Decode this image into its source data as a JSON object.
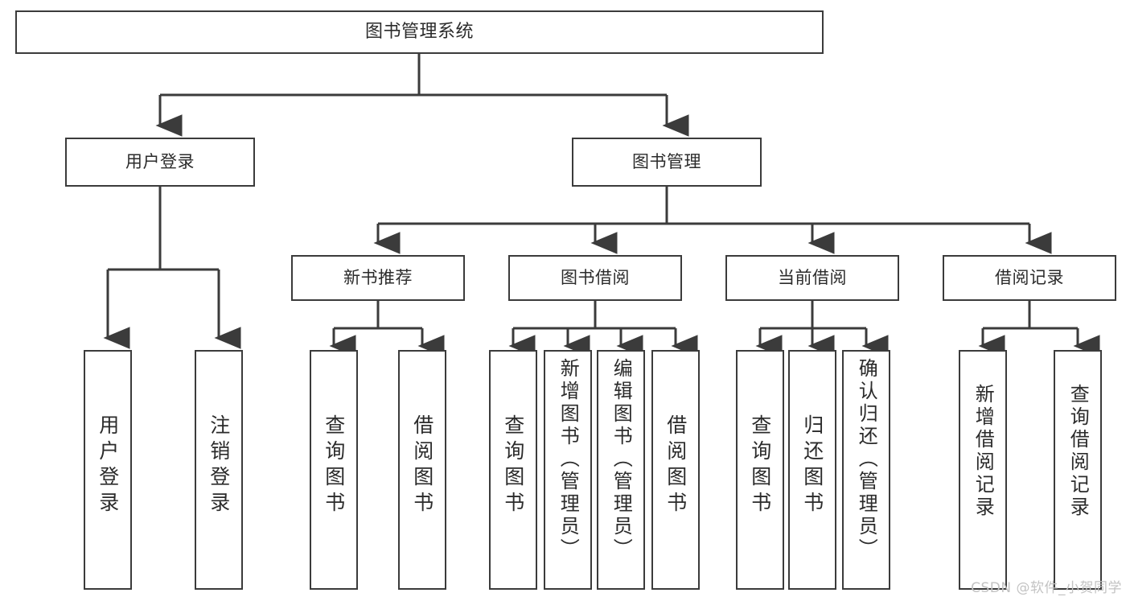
{
  "diagram": {
    "type": "tree",
    "title": "图书管理系统",
    "stroke_color": "#3b3b3b",
    "text_color": "#2b2b2b",
    "background_color": "#ffffff",
    "root": {
      "label": "图书管理系统"
    },
    "level1": [
      {
        "label": "用户登录"
      },
      {
        "label": "图书管理"
      }
    ],
    "level2": [
      {
        "label": "新书推荐"
      },
      {
        "label": "图书借阅"
      },
      {
        "label": "当前借阅"
      },
      {
        "label": "借阅记录"
      }
    ],
    "leaves": {
      "user_login": [
        {
          "label": "用户登录"
        },
        {
          "label": "注销登录"
        }
      ],
      "new_book_recommend": [
        {
          "label": "查询图书"
        },
        {
          "label": "借阅图书"
        }
      ],
      "book_borrow": [
        {
          "label": "查询图书"
        },
        {
          "label": "新增图书（管理员）"
        },
        {
          "label": "编辑图书（管理员）"
        },
        {
          "label": "借阅图书"
        }
      ],
      "current_borrow": [
        {
          "label": "查询图书"
        },
        {
          "label": "归还图书"
        },
        {
          "label": "确认归还（管理员）"
        }
      ],
      "borrow_record": [
        {
          "label": "新增借阅记录"
        },
        {
          "label": "查询借阅记录"
        }
      ]
    }
  },
  "watermark": {
    "text": "CSDN @软件_小贺同学"
  }
}
